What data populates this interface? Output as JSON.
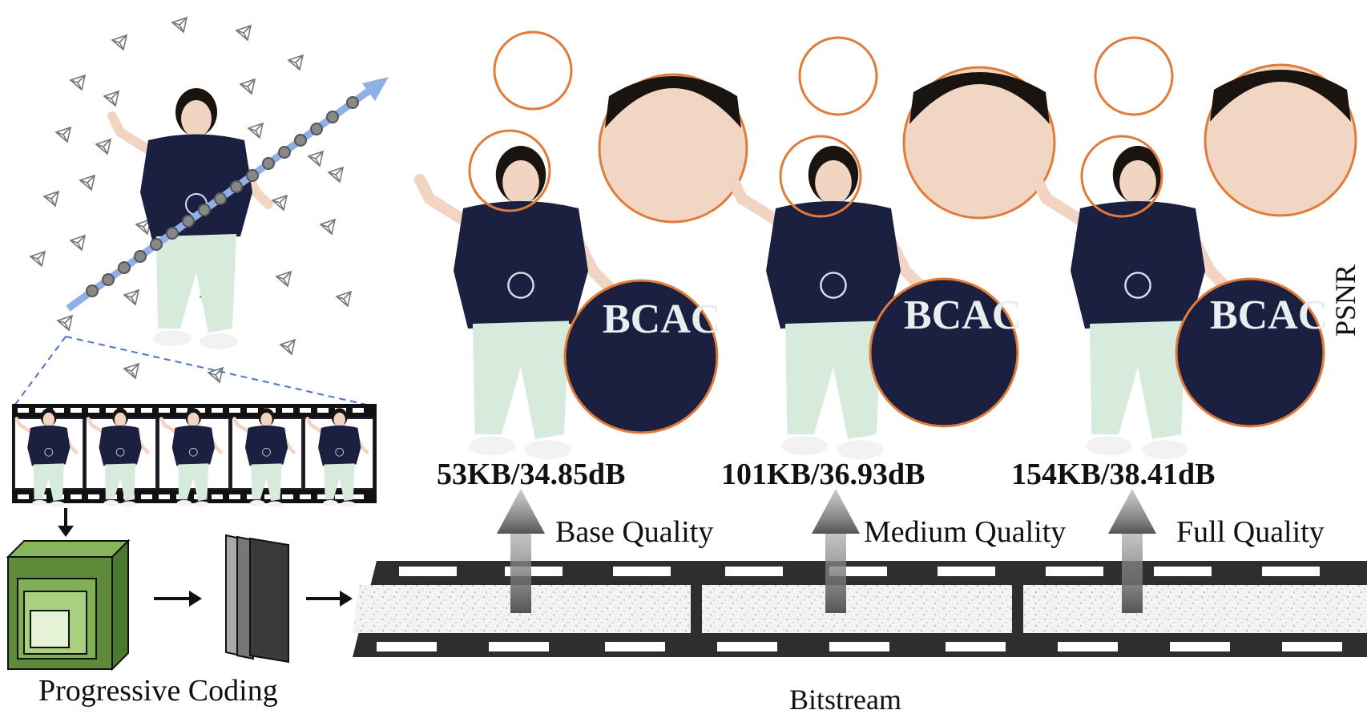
{
  "labels": {
    "progressive_coding": "Progressive Coding",
    "bitstream": "Bitstream",
    "psnr_axis": "PSNR"
  },
  "levels": [
    {
      "quality": "Base Quality",
      "metric": "53KB/34.85dB"
    },
    {
      "quality": "Medium Quality",
      "metric": "101KB/36.93dB"
    },
    {
      "quality": "Full Quality",
      "metric": "154KB/38.41dB"
    }
  ],
  "badge_text": "BCAC",
  "colors": {
    "magnifier_ring": "#e07b39",
    "camera_path": "#8fb0e6",
    "cube_green": "#5e8a3a",
    "shirt": "#1c2040",
    "pants": "#cfe6d6"
  },
  "icons": {
    "camera": "camera-frustum-icon",
    "cube": "nested-cube-icon",
    "feature_planes": "feature-planes-icon",
    "arrow": "right-arrow-icon"
  }
}
